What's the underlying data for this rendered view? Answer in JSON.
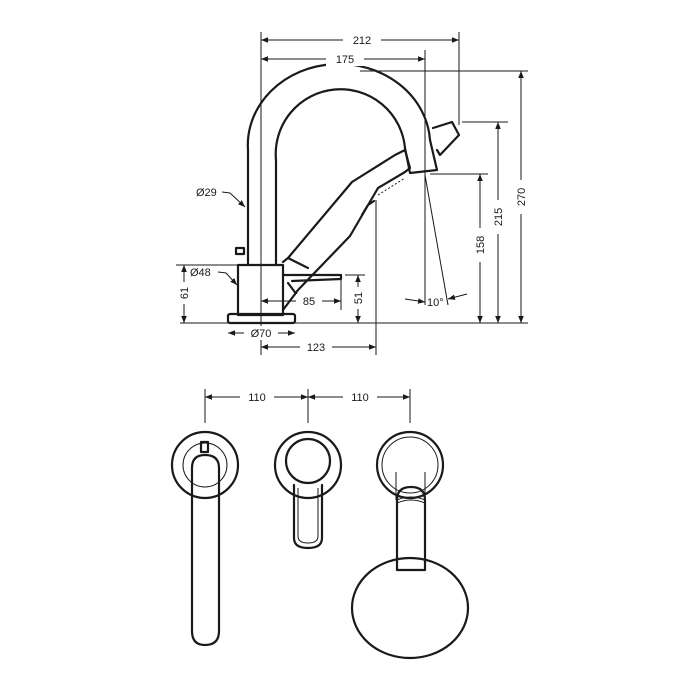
{
  "drawing": {
    "side_view": {
      "dimensions": {
        "overall_reach": "212",
        "spout_reach": "175",
        "overall_height": "270",
        "handshower_height": "215",
        "spout_outlet_height": "158",
        "pipe_diameter": "Ø29",
        "body_diameter": "Ø48",
        "body_height": "61",
        "lever_height": "51",
        "lever_length": "85",
        "base_diameter": "Ø70",
        "handshower_offset": "123",
        "spray_angle": "10°"
      }
    },
    "top_view": {
      "dimensions": {
        "spacing_left": "110",
        "spacing_right": "110"
      }
    }
  }
}
